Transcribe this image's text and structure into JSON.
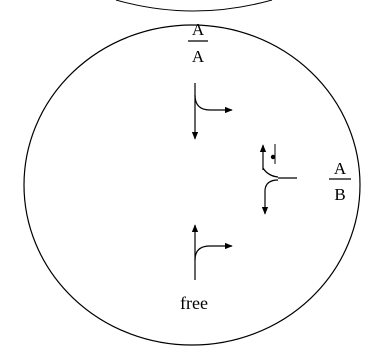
{
  "diagram": {
    "labels": {
      "top_numerator": "A",
      "top_denominator": "A",
      "right_numerator": "A",
      "right_denominator": "B",
      "bottom": "free"
    }
  }
}
